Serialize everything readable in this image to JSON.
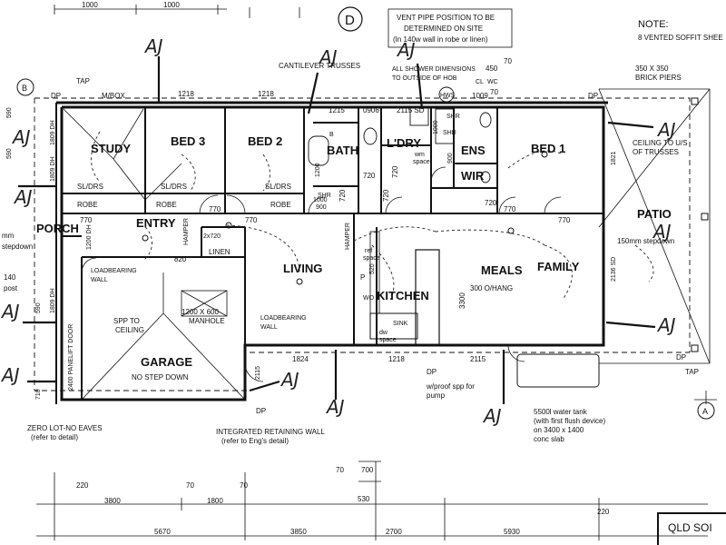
{
  "header": {
    "top_dims": [
      "1000",
      "1000"
    ],
    "grid_d": "D",
    "grid_b": "B",
    "grid_a": "A",
    "vent_note": [
      "VENT PIPE POSITION TO BE",
      "DETERMINED ON SITE",
      "(In 140w wall in robe or linen)"
    ],
    "note_title": "NOTE:",
    "note_line": "8 VENTED SOFFIT SHEE",
    "title_block": "QLD SOI"
  },
  "rooms": {
    "study": "STUDY",
    "bed3": "BED 3",
    "bed2": "BED 2",
    "bath": "BATH",
    "ldry": "L'DRY",
    "ens": "ENS",
    "wir": "WIR",
    "bed1": "BED 1",
    "porch": "PORCH",
    "entry": "ENTRY",
    "patio": "PATIO",
    "living": "LIVING",
    "meals": "MEALS",
    "family": "FAMILY",
    "kitchen": "KITCHEN",
    "garage": "GARAGE",
    "linen": "LINEN"
  },
  "labels": {
    "cantilever": "CANTILEVER TRUSSES",
    "shower_dims": [
      "ALL SHOWER DIMENSIONS",
      "TO OUTSIDE OF HOB"
    ],
    "brick_piers": [
      "350 X 350",
      "BRICK PIERS"
    ],
    "ceiling": [
      "CEILING TO U/S",
      "OF TRUSSES"
    ],
    "patio_step": "150mm stepdown",
    "porch_step": [
      "mm",
      "stepdown"
    ],
    "post": [
      "140",
      "post"
    ],
    "tap1": "TAP",
    "tap2": "TAP",
    "mbox": "M/BOX",
    "dp1": "DP",
    "dp2": "DP",
    "dp3": "DP",
    "dp4": "DP",
    "dp5": "DP",
    "sl_drs1": "SL/DRS",
    "sl_drs2": "SL/DRS",
    "sl_drs3": "SL/DRS",
    "robe1": "ROBE",
    "robe2": "ROBE",
    "robe3": "ROBE",
    "shr1": "SHR",
    "shr2": "SHR",
    "shr3": "SHR",
    "hws": "HWS",
    "cl": "CL",
    "wc": "WC",
    "wm_space": [
      "wm",
      "space"
    ],
    "hamper1": "HAMPER",
    "hamper2": "HAMPER",
    "loadbearing1": [
      "LOADBEARING",
      "WALL"
    ],
    "loadbearing2": [
      "LOADBEARING",
      "WALL"
    ],
    "manhole": [
      "1200 X 600",
      "MANHOLE"
    ],
    "spp": [
      "SPP TO",
      "CEILING"
    ],
    "no_step": "NO STEP DOWN",
    "panelift": "2400 PANELIFT DOOR",
    "oven": "2x720",
    "hang": "300 O/HANG",
    "sink": "SINK",
    "dw_space": [
      "dw",
      "space"
    ],
    "ref_space": [
      "ref",
      "space"
    ],
    "p": "P",
    "wo": "WO",
    "pump": [
      "w/proof spp for",
      "pump"
    ],
    "tank": [
      "5500l water tank",
      "(with first flush device)",
      "on 3400 x 1400",
      "conc slab"
    ],
    "zero_lot": [
      "ZERO LOT-NO EAVES",
      "(refer to detail)"
    ],
    "retaining": [
      "INTEGRATED RETAINING WALL",
      "(refer to Eng's detail)"
    ],
    "b_marker": "B"
  },
  "dims": {
    "d1218a": "1218",
    "d1218b": "1218",
    "d1215": "1215",
    "d0906": "0906",
    "d2115sd": "2115 SD",
    "d1009": "1009",
    "d450": "450",
    "d70a": "70",
    "d70b": "70",
    "d1000a": "1000",
    "d1000b": "1000",
    "d900a": "900",
    "d900b": "900",
    "d1200": "1200",
    "d720a": "720",
    "d720b": "720",
    "d720c": "720",
    "d720d": "720",
    "d720e": "720",
    "d770a": "770",
    "d770b": "770",
    "d770c": "770",
    "d770d": "770",
    "d770e": "770",
    "d820": "820",
    "d520": "520",
    "d3300": "3300",
    "d1824": "1824",
    "d1218c": "1218",
    "d2115a": "2115",
    "d2115b": "2115",
    "d2136": "2136 SD",
    "d1821": "1821",
    "d1809a": "1809 DH",
    "d1809b": "1809 DH",
    "d1809c": "1809 DH",
    "d590a": "590",
    "d590b": "590",
    "d590c": "590",
    "d710": "710",
    "d1200dh": "1200 DH",
    "b70a": "70",
    "b700": "700",
    "b530": "530",
    "b220a": "220",
    "b70b": "70",
    "b70c": "70",
    "b3800": "3800",
    "b1800": "1800",
    "b5670": "5670",
    "b3850": "3850",
    "b2700": "2700",
    "b5930": "5930",
    "b220b": "220"
  },
  "annotations": {
    "aj": "AJ"
  }
}
